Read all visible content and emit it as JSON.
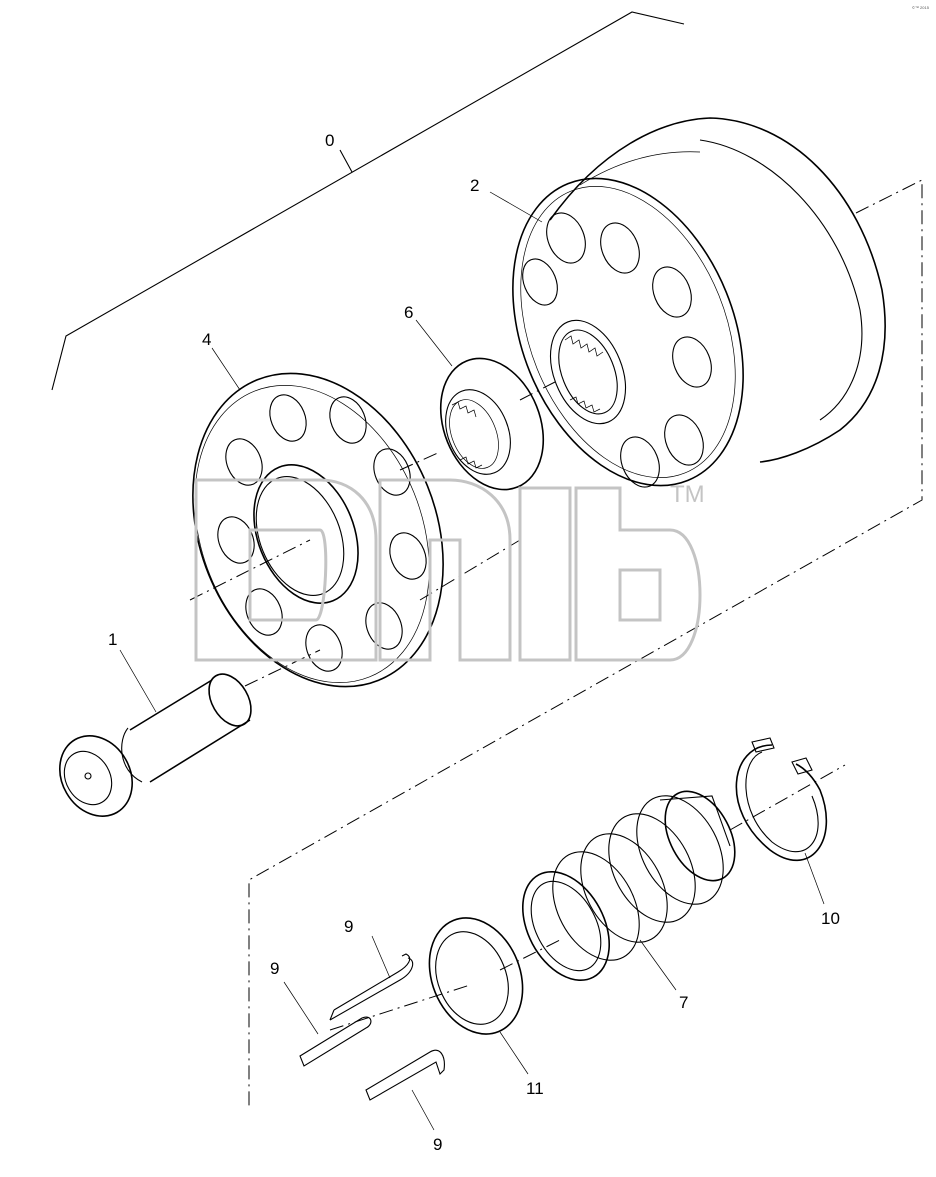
{
  "corner_mark": "©™ 2015",
  "watermark": {
    "text": "amb",
    "trademark": "TM",
    "color": "#c4c4c4"
  },
  "callouts": [
    {
      "id": "callout-0",
      "label": "0"
    },
    {
      "id": "callout-1",
      "label": "1"
    },
    {
      "id": "callout-2",
      "label": "2"
    },
    {
      "id": "callout-4",
      "label": "4"
    },
    {
      "id": "callout-6",
      "label": "6"
    },
    {
      "id": "callout-7",
      "label": "7"
    },
    {
      "id": "callout-9a",
      "label": "9"
    },
    {
      "id": "callout-9b",
      "label": "9"
    },
    {
      "id": "callout-9c",
      "label": "9"
    },
    {
      "id": "callout-10",
      "label": "10"
    },
    {
      "id": "callout-11",
      "label": "11"
    }
  ]
}
